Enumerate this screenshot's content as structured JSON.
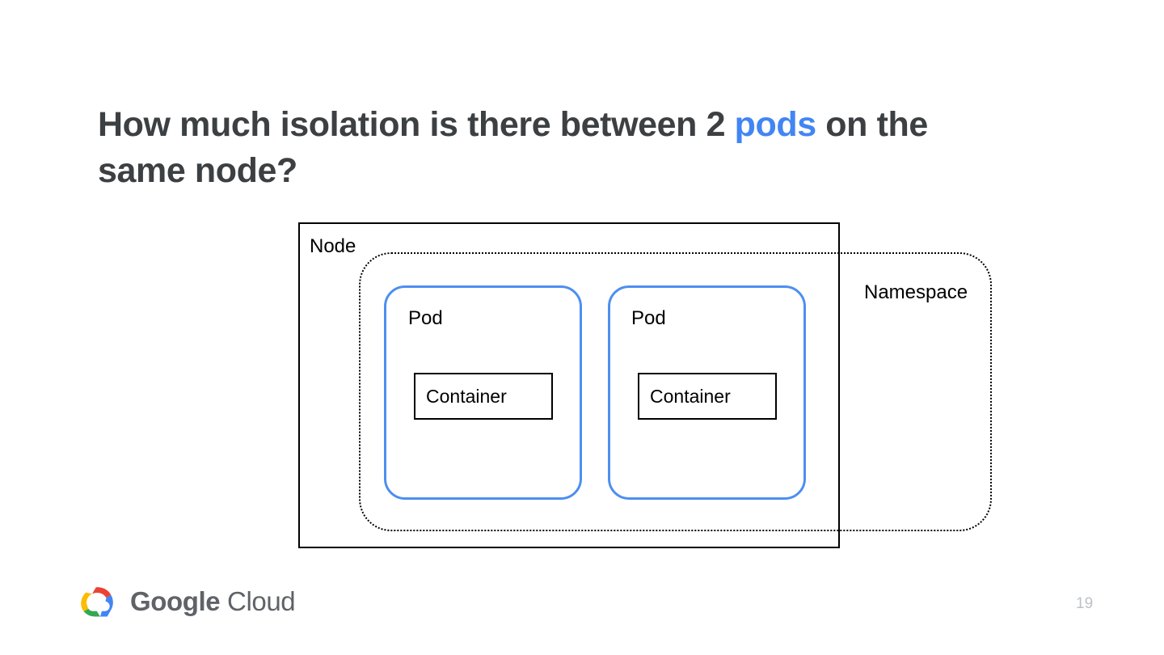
{
  "slide": {
    "title_part1": "How much isolation is there between 2 ",
    "title_accent": "pods",
    "title_part2": " on the same node?",
    "accent_color": "#4285f4",
    "page_number": "19"
  },
  "diagram": {
    "type": "nested-boxes",
    "node": {
      "label": "Node",
      "border_color": "#000000",
      "border_style": "solid"
    },
    "namespace": {
      "label": "Namespace",
      "border_color": "#000000",
      "border_style": "dotted"
    },
    "pods": [
      {
        "label": "Pod",
        "border_color": "#4d8ff0",
        "containers": [
          {
            "label": "Container",
            "border_color": "#000000"
          }
        ]
      },
      {
        "label": "Pod",
        "border_color": "#4d8ff0",
        "containers": [
          {
            "label": "Container",
            "border_color": "#000000"
          }
        ]
      }
    ]
  },
  "footer": {
    "brand_google": "Google",
    "brand_cloud": " Cloud",
    "logo_colors": {
      "red": "#ea4335",
      "blue": "#4285f4",
      "yellow": "#fbbc04",
      "green": "#34a853"
    },
    "wordmark_color": "#5f6368"
  }
}
